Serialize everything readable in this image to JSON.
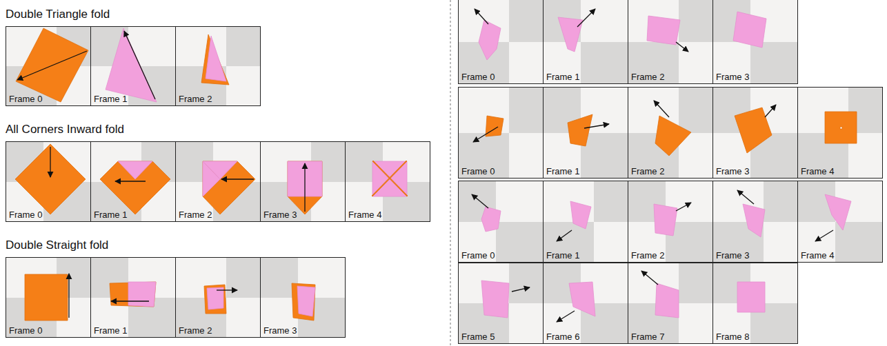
{
  "diagram": {
    "nodes": [
      {
        "text": [
          "Frame 0"
        ]
      },
      {
        "text": [
          "Frame 1"
        ]
      },
      {
        "text": [
          "Frame 2"
        ]
      },
      {
        "text": [
          "Frame 0"
        ]
      },
      {
        "text": [
          "Frame 1"
        ]
      },
      {
        "text": [
          "Frame 2"
        ]
      },
      {
        "text": [
          "Frame 3"
        ]
      },
      {
        "text": [
          "Frame 4"
        ]
      },
      {
        "text": [
          "Frame 0"
        ]
      },
      {
        "text": [
          "Frame 1"
        ]
      },
      {
        "text": [
          "Frame 2"
        ]
      },
      {
        "text": [
          "Frame 3"
        ]
      },
      {
        "text": [
          "Frame 0"
        ]
      },
      {
        "text": [
          "Frame 1"
        ]
      },
      {
        "text": [
          "Frame 2"
        ]
      },
      {
        "text": [
          "Frame 3"
        ]
      },
      {
        "text": [
          "Frame 0"
        ]
      },
      {
        "text": [
          "Frame 1"
        ]
      },
      {
        "text": [
          "Frame 2"
        ]
      },
      {
        "text": [
          "Frame 3"
        ]
      },
      {
        "text": [
          "Frame 4"
        ]
      },
      {
        "text": [
          "Frame 0"
        ]
      },
      {
        "text": [
          "Frame 1"
        ]
      },
      {
        "text": [
          "Frame 2"
        ]
      },
      {
        "text": [
          "Frame 3"
        ]
      },
      {
        "text": [
          "Frame 4"
        ]
      },
      {
        "text": [
          "Frame 5"
        ]
      },
      {
        "text": [
          "Frame 6"
        ]
      },
      {
        "text": [
          "Frame 7"
        ]
      },
      {
        "text": [
          "Frame 8"
        ]
      }
    ],
    "labels": [
      "Double Triangle fold",
      "All Corners Inward fold",
      "Double Straight fold"
    ]
  }
}
